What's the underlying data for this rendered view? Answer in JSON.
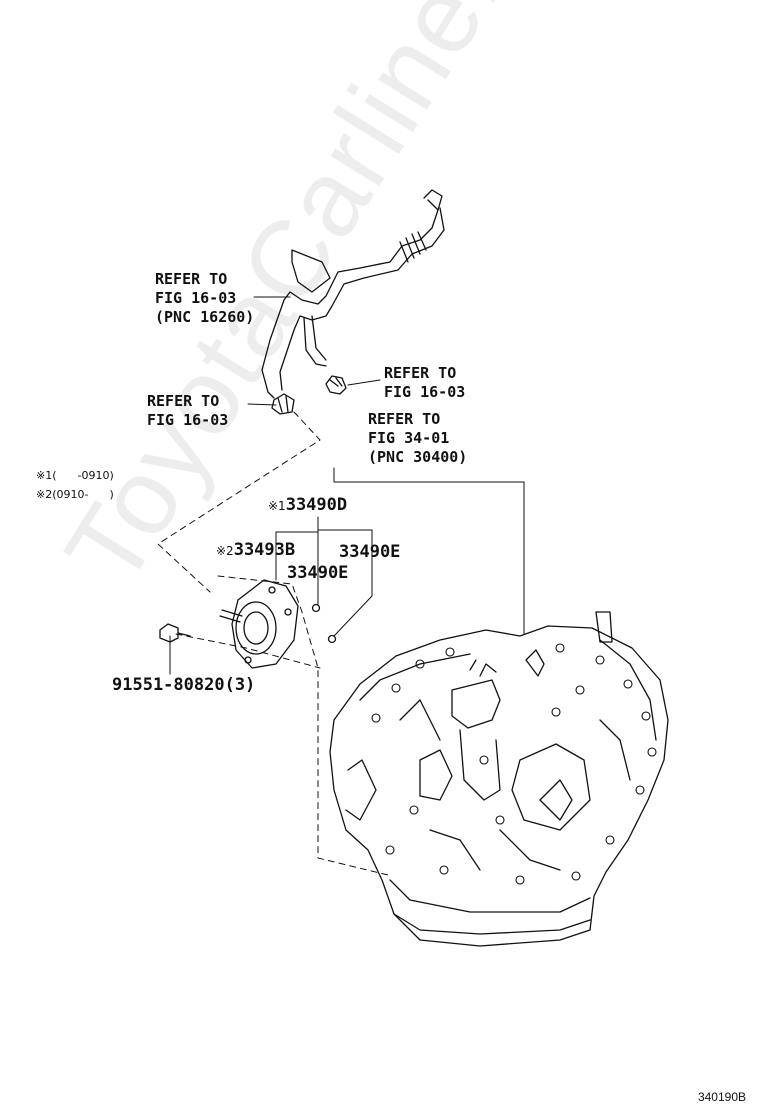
{
  "watermark": "ToyotaCarline.ru",
  "figure_id": "340190B",
  "notes": [
    {
      "mark": "※1",
      "text": "(      -0910)"
    },
    {
      "mark": "※2",
      "text": "(0910-      )"
    }
  ],
  "refs": {
    "hose_top": [
      "REFER TO",
      "FIG 16-03",
      "(PNC 16260)"
    ],
    "clip_right": [
      "REFER TO",
      "FIG 16-03"
    ],
    "clip_left": [
      "REFER TO",
      "FIG 16-03"
    ],
    "transaxle": [
      "REFER TO",
      "FIG 34-01",
      "(PNC 30400)"
    ]
  },
  "parts": {
    "p33490d": {
      "mark": "※1",
      "code": "33490D"
    },
    "p33493b": {
      "mark": "※2",
      "code": "33493B"
    },
    "p33490e_a": {
      "code": "33490E"
    },
    "p33490e_b": {
      "code": "33490E"
    },
    "bolt": {
      "code": "91551-80820(3)"
    }
  },
  "colors": {
    "ink": "#111111",
    "watermark": "#000000"
  }
}
